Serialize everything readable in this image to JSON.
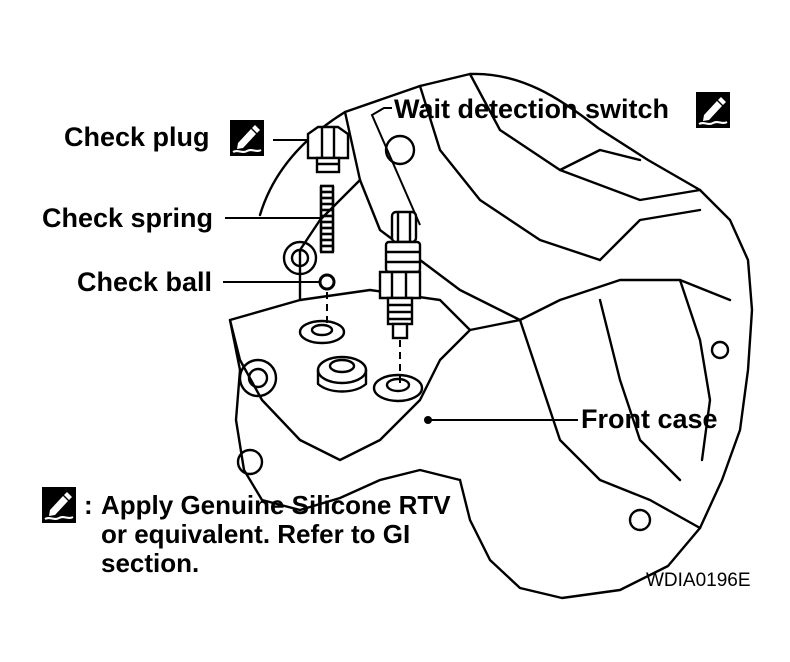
{
  "labels": {
    "check_plug": "Check plug",
    "check_spring": "Check spring",
    "check_ball": "Check ball",
    "wait_detection_switch": "Wait detection switch",
    "front_case": "Front case"
  },
  "note": {
    "marker": ":",
    "line1": "Apply Genuine Silicone RTV",
    "line2": "or equivalent.  Refer to GI",
    "line3": "section."
  },
  "figure_code": "WDIA0196E",
  "icons": {
    "sealant": "sealant-brush-icon"
  },
  "colors": {
    "ink": "#000000",
    "paper": "#ffffff"
  }
}
